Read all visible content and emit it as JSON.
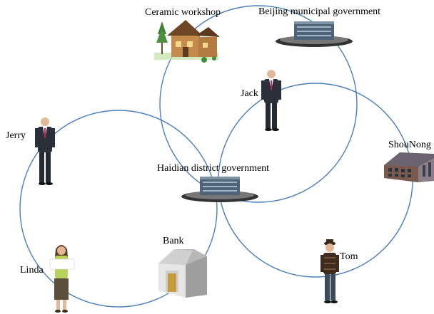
{
  "nodes": {
    "ceramic_workshop": {
      "label": "Ceramic workshop",
      "kind": "house"
    },
    "beijing_gov": {
      "label": "Beijing municipal government",
      "kind": "government-building"
    },
    "jack": {
      "label": "Jack",
      "kind": "man-in-suit"
    },
    "jerry": {
      "label": "Jerry",
      "kind": "man-in-suit"
    },
    "haidian_gov": {
      "label": "Haidian district government",
      "kind": "government-building"
    },
    "shounong": {
      "label": "ShouNong",
      "kind": "office-building"
    },
    "bank": {
      "label": "Bank",
      "kind": "bank-building"
    },
    "linda": {
      "label": "Linda",
      "kind": "woman-holding-sign"
    },
    "tom": {
      "label": "Tom",
      "kind": "casual-man"
    }
  },
  "circles": [
    {
      "name": "upper-circle",
      "members": [
        "ceramic_workshop",
        "beijing_gov",
        "jack",
        "haidian_gov"
      ]
    },
    {
      "name": "left-circle",
      "members": [
        "jerry",
        "haidian_gov",
        "bank",
        "linda"
      ]
    },
    {
      "name": "right-circle",
      "members": [
        "jack",
        "haidian_gov",
        "shounong",
        "tom"
      ]
    }
  ],
  "colors": {
    "circle_stroke": "#4a7fb8",
    "label_text": "#000000"
  }
}
